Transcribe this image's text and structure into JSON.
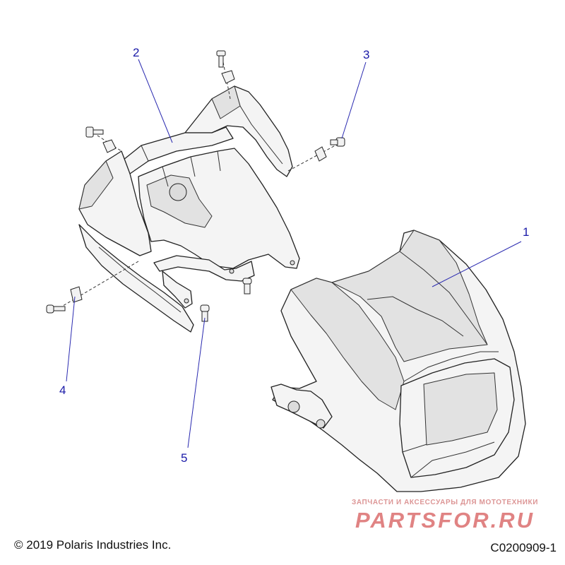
{
  "callouts": [
    {
      "id": "1",
      "label": "1"
    },
    {
      "id": "2",
      "label": "2"
    },
    {
      "id": "3",
      "label": "3"
    },
    {
      "id": "4",
      "label": "4"
    },
    {
      "id": "5",
      "label": "5"
    }
  ],
  "footer": {
    "copyright": "© 2019 Polaris Industries Inc.",
    "diagram_code": "C0200909-1"
  },
  "watermark": {
    "tagline": "ЗАПЧАСТИ И АКСЕССУАРЫ ДЛЯ МОТОТЕХНИКИ",
    "brand": "PARTSFOR.RU"
  },
  "colors": {
    "callout": "#1a1aa8",
    "watermark": "#c81e1e"
  }
}
